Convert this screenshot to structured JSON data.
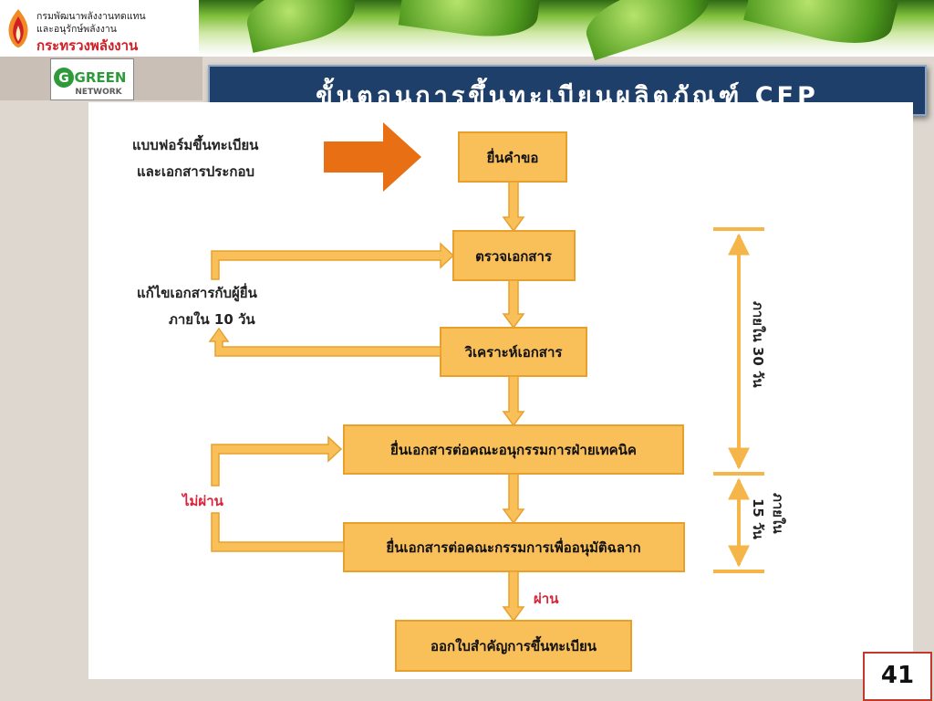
{
  "header": {
    "ministry_line1": "กรมพัฒนาพลังงานทดแทน",
    "ministry_line2": "และอนุรักษ์พลังงาน",
    "ministry_line3": "กระทรวงพลังงาน",
    "green_logo_main": "GREEN",
    "green_logo_sub": "NETWORK"
  },
  "title": "ขั้นตอนการขึ้นทะเบียนผลิตภัณฑ์ CFP",
  "diagram": {
    "input_line1": "แบบฟอร์มขึ้นทะเบียน",
    "input_line2": "และเอกสารประกอบ",
    "step1": "ยื่นคำขอ",
    "step2": "ตรวจเอกสาร",
    "step3": "วิเคราะห์เอกสาร",
    "step4": "ยื่นเอกสารต่อคณะอนุกรรมการฝ่ายเทคนิค",
    "step5": "ยื่นเอกสารต่อคณะกรรมการเพื่ออนุมัติฉลาก",
    "step6": "ออกใบสำคัญการขึ้นทะเบียน",
    "fix_line1": "แก้ไขเอกสารกับผู้ยื่น",
    "fix_line2": "ภายใน 10 วัน",
    "fail_label": "ไม่ผ่าน",
    "pass_label": "ผ่าน",
    "span_30": "ภายใน 30 วัน",
    "span_15_line1": "ภายใน",
    "span_15_line2": "15 วัน"
  },
  "footer": {
    "page_number": "41"
  },
  "colors": {
    "box_fill": "#f9c05a",
    "arrow_orange": "#e86f14",
    "title_bar": "#1f3f6b",
    "fail_red": "#d8253a"
  }
}
